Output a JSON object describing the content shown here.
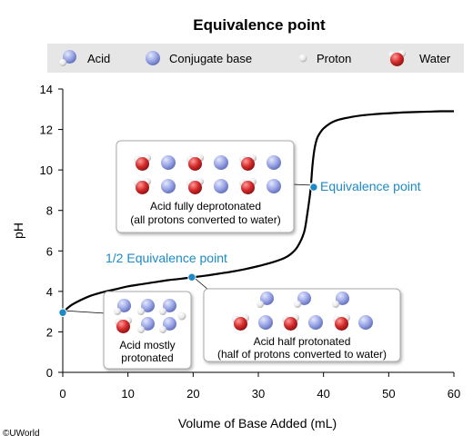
{
  "chart_data": {
    "type": "line",
    "title": "Equivalence point",
    "xlabel": "Volume of Base Added (mL)",
    "ylabel": "pH",
    "xlim": [
      0,
      60
    ],
    "ylim": [
      0,
      14
    ],
    "xticks": [
      0,
      10,
      20,
      30,
      40,
      50,
      60
    ],
    "yticks": [
      0,
      2,
      4,
      6,
      8,
      10,
      12,
      14
    ],
    "grid": false,
    "legend_position": "top",
    "legend": [
      {
        "label": "Acid",
        "icon": "acid-molecule-icon"
      },
      {
        "label": "Conjugate base",
        "icon": "conjugate-base-icon"
      },
      {
        "label": "Proton",
        "icon": "proton-icon"
      },
      {
        "label": "Water",
        "icon": "water-molecule-icon"
      }
    ],
    "series": [
      {
        "x": [
          0,
          1,
          2,
          4,
          6,
          8,
          10,
          12,
          14,
          16,
          18,
          20,
          22,
          24,
          26,
          28,
          30,
          32,
          34,
          35,
          36,
          37,
          37.5,
          38,
          38.3,
          38.6,
          39,
          39.5,
          40,
          41,
          42,
          44,
          46,
          48,
          50,
          52,
          54,
          56,
          58,
          60
        ],
        "values": [
          2.95,
          3.25,
          3.45,
          3.75,
          3.95,
          4.1,
          4.25,
          4.35,
          4.45,
          4.55,
          4.62,
          4.7,
          4.78,
          4.88,
          4.98,
          5.1,
          5.25,
          5.42,
          5.65,
          5.85,
          6.2,
          6.9,
          7.8,
          9.0,
          10.2,
          11.0,
          11.55,
          11.85,
          12.05,
          12.3,
          12.45,
          12.6,
          12.7,
          12.76,
          12.8,
          12.84,
          12.86,
          12.88,
          12.9,
          12.9
        ],
        "color": "#000000"
      }
    ],
    "points": [
      {
        "x": 0,
        "y": 2.95,
        "color": "#1b8ac6"
      },
      {
        "x": 19.8,
        "y": 4.7,
        "label": "1/2 Equivalence point",
        "color": "#1b8ac6"
      },
      {
        "x": 38.5,
        "y": 9.15,
        "label": "Equivalence point",
        "color": "#1b8ac6"
      }
    ],
    "callouts": [
      {
        "lines": [
          "Acid fully deprotonated",
          "(all protons converted to water)"
        ]
      },
      {
        "lines": [
          "Acid half protonated",
          "(half of protons converted to water)"
        ]
      },
      {
        "lines": [
          "Acid mostly",
          "protonated"
        ]
      }
    ],
    "credit": "©UWorld"
  }
}
